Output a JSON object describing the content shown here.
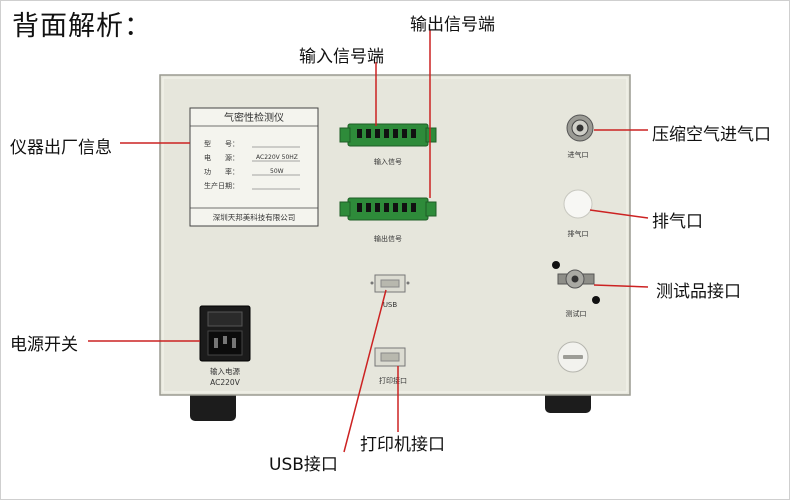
{
  "heading": "背面解析：",
  "callouts": {
    "output_signal": "输出信号端",
    "input_signal": "输入信号端",
    "factory_info": "仪器出厂信息",
    "compressed_air": "压缩空气进气口",
    "exhaust": "排气口",
    "test_port": "测试品接口",
    "power_switch": "电源开关",
    "usb": "USB接口",
    "printer": "打印机接口"
  },
  "nameplate": {
    "title": "气密性检测仪",
    "rows": [
      {
        "label": "型　　号：",
        "value": ""
      },
      {
        "label": "电　　源：",
        "value": "AC220V 50HZ"
      },
      {
        "label": "功　　率：",
        "value": "50W"
      },
      {
        "label": "生产日期：",
        "value": ""
      }
    ],
    "company": "深圳天邦美科技有限公司"
  },
  "panel_labels": {
    "input_terminal": "输入信号",
    "output_terminal": "输出信号",
    "air_inlet": "进气口",
    "exhaust": "排气口",
    "usb": "USB",
    "test_port": "测试口",
    "printer": "打印接口",
    "power_line1": "输入电源",
    "power_line2": "AC220V"
  },
  "colors": {
    "accent_line": "#cc2222",
    "panel": "#e6e6dc",
    "terminal": "#2e8b3a"
  }
}
